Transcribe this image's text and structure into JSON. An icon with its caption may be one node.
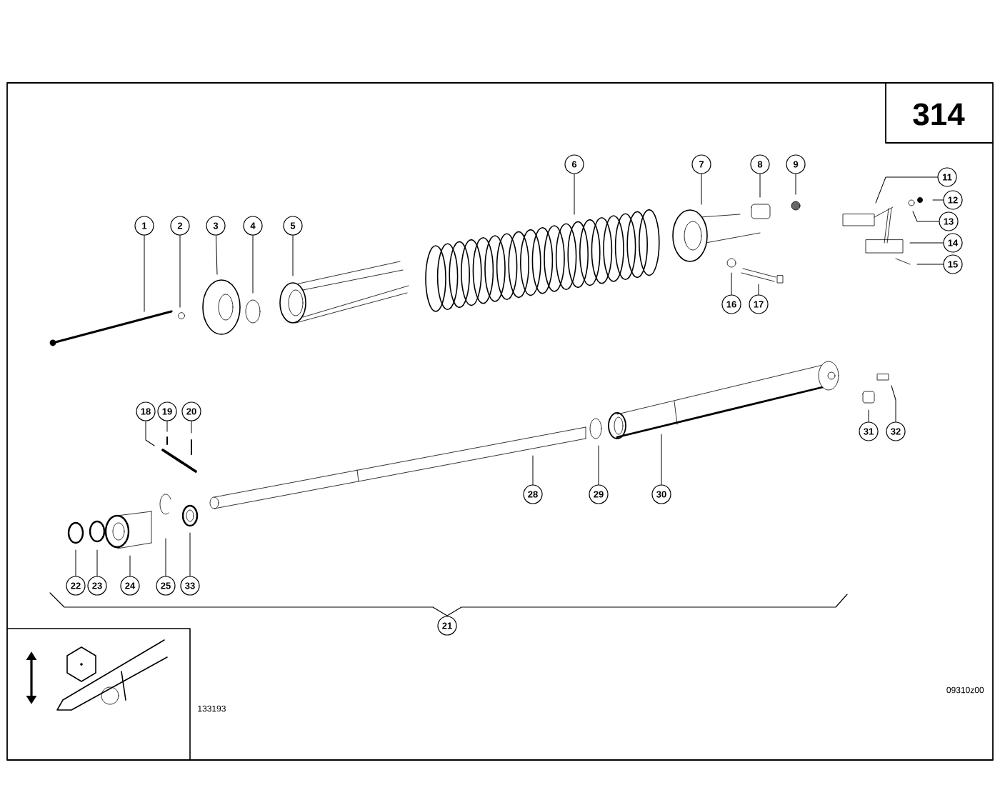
{
  "diagram": {
    "nodes": [
      {
        "text": [
          "1"
        ]
      },
      {
        "text": [
          "2"
        ]
      },
      {
        "text": [
          "3"
        ]
      },
      {
        "text": [
          "4"
        ]
      },
      {
        "text": [
          "5"
        ]
      },
      {
        "text": [
          "6"
        ]
      },
      {
        "text": [
          "7"
        ]
      },
      {
        "text": [
          "8"
        ]
      },
      {
        "text": [
          "9"
        ]
      },
      {
        "text": [
          "11"
        ]
      },
      {
        "text": [
          "12"
        ]
      },
      {
        "text": [
          "13"
        ]
      },
      {
        "text": [
          "14"
        ]
      },
      {
        "text": [
          "15"
        ]
      },
      {
        "text": [
          "16"
        ]
      },
      {
        "text": [
          "17"
        ]
      },
      {
        "text": [
          "18"
        ]
      },
      {
        "text": [
          "19"
        ]
      },
      {
        "text": [
          "20"
        ]
      },
      {
        "text": [
          "21"
        ]
      },
      {
        "text": [
          "22"
        ]
      },
      {
        "text": [
          "23"
        ]
      },
      {
        "text": [
          "24"
        ]
      },
      {
        "text": [
          "25"
        ]
      },
      {
        "text": [
          "33"
        ]
      },
      {
        "text": [
          "28"
        ]
      },
      {
        "text": [
          "29"
        ]
      },
      {
        "text": [
          "30"
        ]
      },
      {
        "text": [
          "31"
        ]
      },
      {
        "text": [
          "32"
        ]
      }
    ],
    "edges": [
      {
        "from": 0,
        "to": null,
        "arrow": "none"
      },
      {
        "from": 1,
        "to": null,
        "arrow": "none"
      },
      {
        "from": 2,
        "to": null,
        "arrow": "none"
      },
      {
        "from": 3,
        "to": null,
        "arrow": "none"
      },
      {
        "from": 4,
        "to": null,
        "arrow": "none"
      },
      {
        "from": 5,
        "to": null,
        "arrow": "none"
      },
      {
        "from": 6,
        "to": null,
        "arrow": "none"
      },
      {
        "from": 7,
        "to": null,
        "arrow": "none"
      },
      {
        "from": 8,
        "to": null,
        "arrow": "none"
      },
      {
        "from": 9,
        "to": null,
        "arrow": "none"
      },
      {
        "from": 10,
        "to": null,
        "arrow": "none"
      },
      {
        "from": 11,
        "to": null,
        "arrow": "none"
      },
      {
        "from": 12,
        "to": null,
        "arrow": "none"
      },
      {
        "from": 13,
        "to": null,
        "arrow": "none"
      },
      {
        "from": 14,
        "to": null,
        "arrow": "none"
      },
      {
        "from": 15,
        "to": null,
        "arrow": "none"
      },
      {
        "from": 16,
        "to": null,
        "arrow": "none"
      },
      {
        "from": 17,
        "to": null,
        "arrow": "none"
      },
      {
        "from": 18,
        "to": null,
        "arrow": "none"
      },
      {
        "from": 20,
        "to": null,
        "arrow": "none"
      },
      {
        "from": 21,
        "to": null,
        "arrow": "none"
      },
      {
        "from": 22,
        "to": null,
        "arrow": "none"
      },
      {
        "from": 23,
        "to": null,
        "arrow": "none"
      },
      {
        "from": 24,
        "to": null,
        "arrow": "none"
      },
      {
        "from": 25,
        "to": null,
        "arrow": "none"
      },
      {
        "from": 26,
        "to": null,
        "arrow": "none"
      },
      {
        "from": 27,
        "to": null,
        "arrow": "none"
      },
      {
        "from": 28,
        "to": null,
        "arrow": "none"
      },
      {
        "from": 29,
        "to": null,
        "arrow": "none"
      }
    ],
    "labels": [
      "314",
      "133193",
      "09310z00"
    ]
  }
}
